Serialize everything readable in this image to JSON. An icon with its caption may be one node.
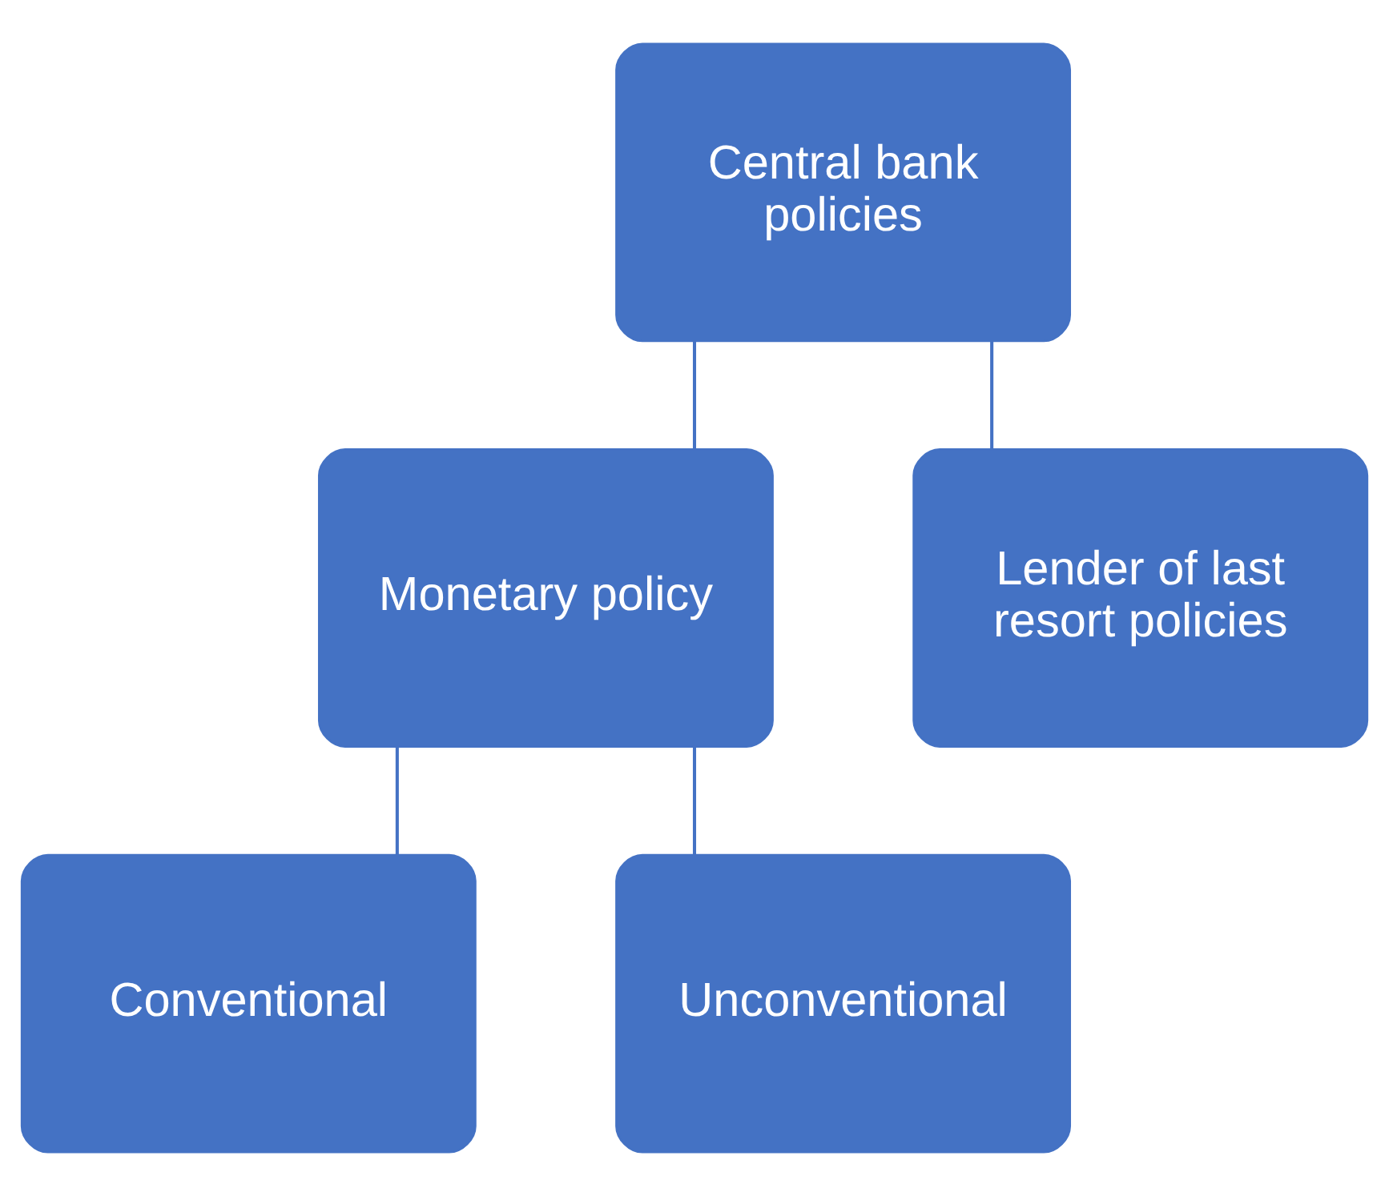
{
  "diagram": {
    "nodes": [
      {
        "text": [
          "Central bank policies"
        ]
      },
      {
        "text": [
          "Monetary policy"
        ]
      },
      {
        "text": [
          "Lender of last resort policies"
        ]
      },
      {
        "text": [
          "Conventional"
        ]
      },
      {
        "text": [
          "Unconventional"
        ]
      }
    ],
    "edges": [
      {
        "from": 0,
        "to": 1,
        "arrow": "none"
      },
      {
        "from": 0,
        "to": 2,
        "arrow": "none"
      },
      {
        "from": 1,
        "to": 3,
        "arrow": "none"
      },
      {
        "from": 1,
        "to": 4,
        "arrow": "none"
      }
    ]
  }
}
